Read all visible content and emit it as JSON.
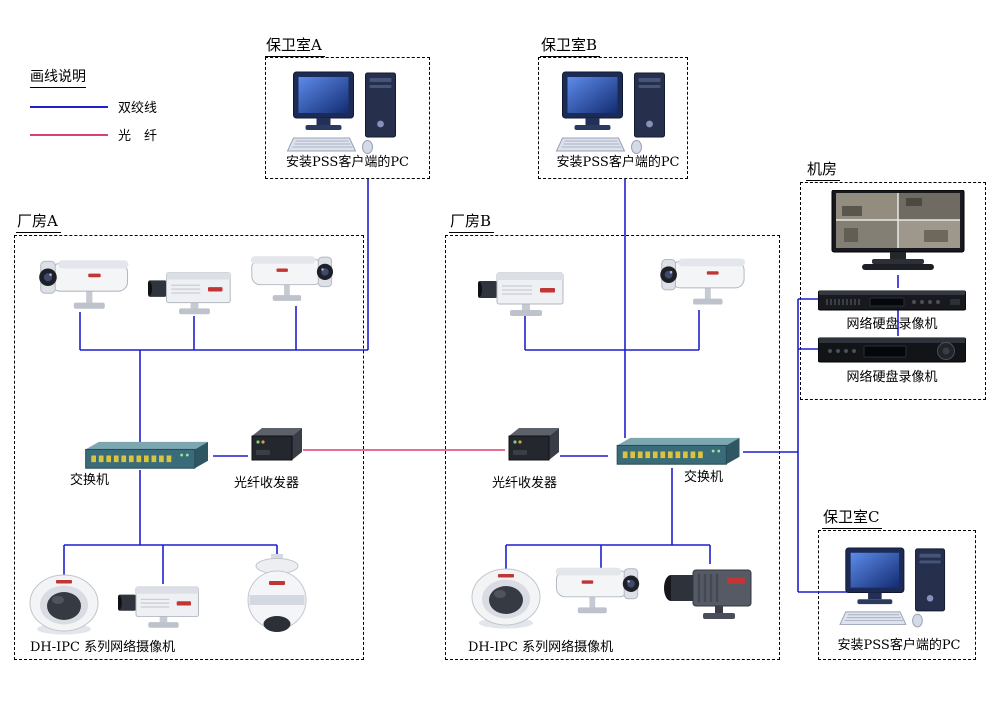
{
  "legend": {
    "title": "画线说明",
    "items": [
      {
        "name": "twisted-pair",
        "label": "双绞线"
      },
      {
        "name": "fiber",
        "label": "光　纤"
      }
    ]
  },
  "zones": {
    "security_room_a": {
      "title": "保卫室A",
      "pc_label": "安装PSS客户端的PC"
    },
    "security_room_b": {
      "title": "保卫室B",
      "pc_label": "安装PSS客户端的PC"
    },
    "machine_room": {
      "title": "机房",
      "nvr1_label": "网络硬盘录像机",
      "nvr2_label": "网络硬盘录像机"
    },
    "factory_a": {
      "title": "厂房A",
      "switch_label": "交换机",
      "transceiver_label": "光纤收发器",
      "cameras_label": "DH-IPC 系列网络摄像机"
    },
    "factory_b": {
      "title": "厂房B",
      "switch_label": "交换机",
      "transceiver_label": "光纤收发器",
      "cameras_label": "DH-IPC 系列网络摄像机"
    },
    "security_room_c": {
      "title": "保卫室C",
      "pc_label": "安装PSS客户端的PC"
    }
  },
  "colors": {
    "twisted_pair": "#1f1fce",
    "fiber": "#d84273",
    "border": "#000000"
  },
  "lines": [
    {
      "t": "tp",
      "pts": [
        [
          80,
          312
        ],
        [
          80,
          350
        ]
      ]
    },
    {
      "t": "tp",
      "pts": [
        [
          194,
          316
        ],
        [
          194,
          350
        ]
      ]
    },
    {
      "t": "tp",
      "pts": [
        [
          296,
          306
        ],
        [
          296,
          350
        ]
      ]
    },
    {
      "t": "tp",
      "pts": [
        [
          80,
          350
        ],
        [
          368,
          350
        ]
      ]
    },
    {
      "t": "tp",
      "pts": [
        [
          368,
          179
        ],
        [
          368,
          350
        ]
      ]
    },
    {
      "t": "tp",
      "pts": [
        [
          140,
          350
        ],
        [
          140,
          444
        ]
      ]
    },
    {
      "t": "tp",
      "pts": [
        [
          140,
          470
        ],
        [
          140,
          545
        ]
      ]
    },
    {
      "t": "tp",
      "pts": [
        [
          64,
          545
        ],
        [
          277,
          545
        ]
      ]
    },
    {
      "t": "tp",
      "pts": [
        [
          64,
          545
        ],
        [
          64,
          580
        ]
      ]
    },
    {
      "t": "tp",
      "pts": [
        [
          163,
          545
        ],
        [
          163,
          584
        ]
      ]
    },
    {
      "t": "tp",
      "pts": [
        [
          277,
          545
        ],
        [
          277,
          562
        ]
      ]
    },
    {
      "t": "tp",
      "pts": [
        [
          213,
          456
        ],
        [
          248,
          456
        ]
      ]
    },
    {
      "t": "tp",
      "pts": [
        [
          625,
          179
        ],
        [
          625,
          350
        ]
      ]
    },
    {
      "t": "tp",
      "pts": [
        [
          525,
          314
        ],
        [
          525,
          350
        ]
      ]
    },
    {
      "t": "tp",
      "pts": [
        [
          699,
          310
        ],
        [
          699,
          350
        ]
      ]
    },
    {
      "t": "tp",
      "pts": [
        [
          525,
          350
        ],
        [
          699,
          350
        ]
      ]
    },
    {
      "t": "tp",
      "pts": [
        [
          625,
          350
        ],
        [
          625,
          438
        ]
      ]
    },
    {
      "t": "tp",
      "pts": [
        [
          560,
          456
        ],
        [
          608,
          456
        ]
      ]
    },
    {
      "t": "tp",
      "pts": [
        [
          672,
          468
        ],
        [
          672,
          545
        ]
      ]
    },
    {
      "t": "tp",
      "pts": [
        [
          506,
          545
        ],
        [
          710,
          545
        ]
      ]
    },
    {
      "t": "tp",
      "pts": [
        [
          506,
          545
        ],
        [
          506,
          574
        ]
      ]
    },
    {
      "t": "tp",
      "pts": [
        [
          601,
          545
        ],
        [
          601,
          570
        ]
      ]
    },
    {
      "t": "tp",
      "pts": [
        [
          710,
          545
        ],
        [
          710,
          564
        ]
      ]
    },
    {
      "t": "tp",
      "pts": [
        [
          743,
          452
        ],
        [
          798,
          452
        ]
      ]
    },
    {
      "t": "tp",
      "pts": [
        [
          798,
          299
        ],
        [
          798,
          592
        ]
      ]
    },
    {
      "t": "tp",
      "pts": [
        [
          798,
          299
        ],
        [
          818,
          299
        ]
      ]
    },
    {
      "t": "tp",
      "pts": [
        [
          798,
          349
        ],
        [
          818,
          349
        ]
      ]
    },
    {
      "t": "tp",
      "pts": [
        [
          798,
          592
        ],
        [
          848,
          592
        ]
      ]
    },
    {
      "t": "tp",
      "pts": [
        [
          898,
          275
        ],
        [
          898,
          288
        ]
      ]
    },
    {
      "t": "tp",
      "pts": [
        [
          898,
          310
        ],
        [
          898,
          336
        ]
      ]
    },
    {
      "t": "f",
      "pts": [
        [
          303,
          450
        ],
        [
          505,
          450
        ]
      ]
    }
  ]
}
